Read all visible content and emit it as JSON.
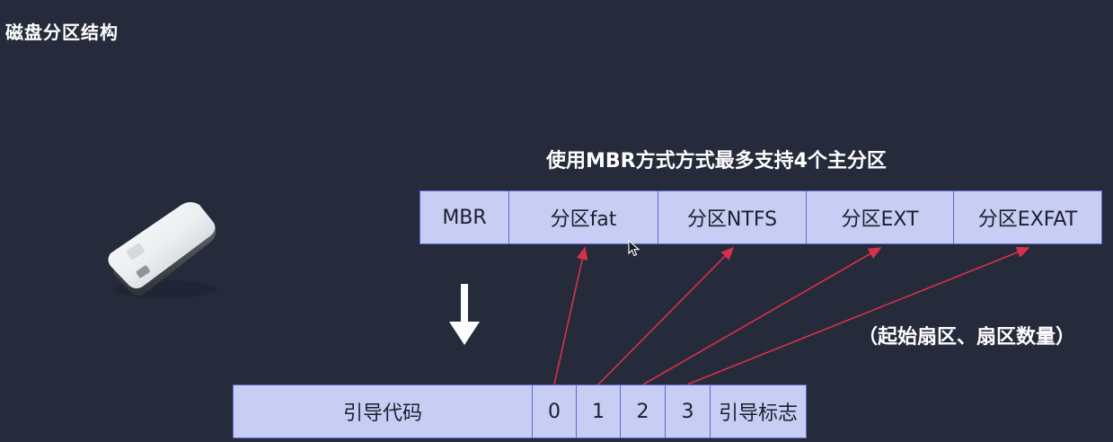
{
  "title": "磁盘分区结构",
  "caption": "使用MBR方式方式最多支持4个主分区",
  "note": "（起始扇区、扇区数量）",
  "mbr_layout": {
    "cells": [
      {
        "label": "MBR"
      },
      {
        "label": "分区fat"
      },
      {
        "label": "分区NTFS"
      },
      {
        "label": "分区EXT"
      },
      {
        "label": "分区EXFAT"
      }
    ]
  },
  "mbr_sector": {
    "cells": [
      {
        "label": "引导代码"
      },
      {
        "label": "0"
      },
      {
        "label": "1"
      },
      {
        "label": "2"
      },
      {
        "label": "3"
      },
      {
        "label": "引导标志"
      }
    ]
  },
  "colors": {
    "background": "#262b3c",
    "cell_fill": "#c7cdf3",
    "cell_border": "#5c6bd0",
    "link_arrow": "#d8304a",
    "text": "#ffffff"
  },
  "icons": {
    "drive": "external-hard-drive-icon",
    "arrow": "arrow-down-icon",
    "cursor": "mouse-cursor-icon"
  }
}
